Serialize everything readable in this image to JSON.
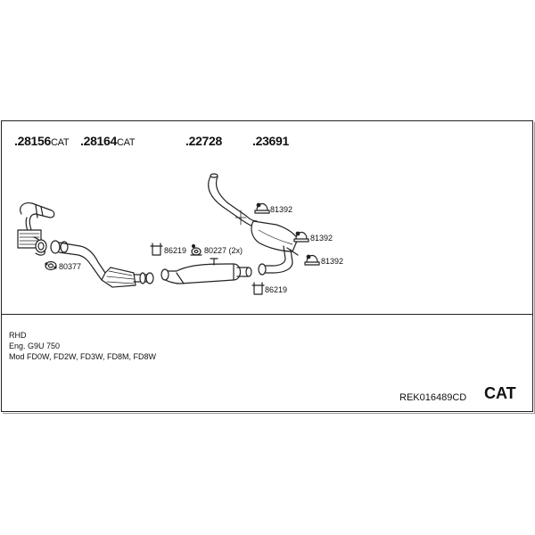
{
  "parts": [
    {
      "number": ".28156",
      "suffix": "CAT"
    },
    {
      "number": ".28164",
      "suffix": "CAT"
    },
    {
      "number": ".22728",
      "suffix": ""
    },
    {
      "number": ".23691",
      "suffix": ""
    }
  ],
  "fittings": {
    "gasket_front": "80377",
    "clamp_left": "86219",
    "clamps_2x": "80227 (2x)",
    "hanger_1": "81392",
    "hanger_2": "81392",
    "hanger_3": "81392",
    "clamp_rear": "86219"
  },
  "vehicle": {
    "drive": "RHD",
    "engine": "Eng. G9U 750",
    "models": "Mod FD0W, FD2W, FD3W, FD8M, FD8W"
  },
  "footer": {
    "kit_ref": "REK016489CD",
    "type": "CAT"
  }
}
